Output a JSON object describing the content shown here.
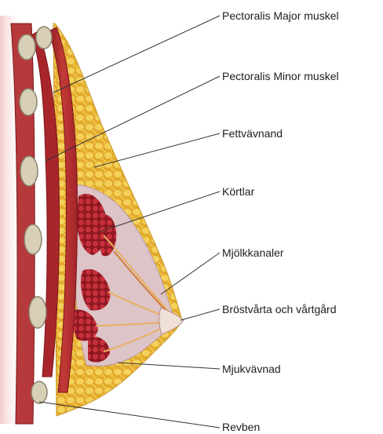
{
  "diagram": {
    "labels": [
      {
        "id": "pectoralis-major",
        "text": "Pectoralis Major muskel"
      },
      {
        "id": "pectoralis-minor",
        "text": "Pectoralis Minor muskel"
      },
      {
        "id": "fettvavnad",
        "text": "Fettvävnand"
      },
      {
        "id": "kortlar",
        "text": "Körtlar"
      },
      {
        "id": "mjolkkanaler",
        "text": "Mjölkkanaler"
      },
      {
        "id": "brostvarta",
        "text": "Bröstvårta och vårtgård"
      },
      {
        "id": "mjukvavnad",
        "text": "Mjukvävnad"
      },
      {
        "id": "revben",
        "text": "Revben"
      }
    ]
  },
  "colors": {
    "muscle": "#b0262c",
    "fat": "#e8b93a",
    "gland": "#b8232f",
    "tissue_bg": "#d9c3c6",
    "rib": "#d8d0b6",
    "leader_line": "#333333"
  }
}
